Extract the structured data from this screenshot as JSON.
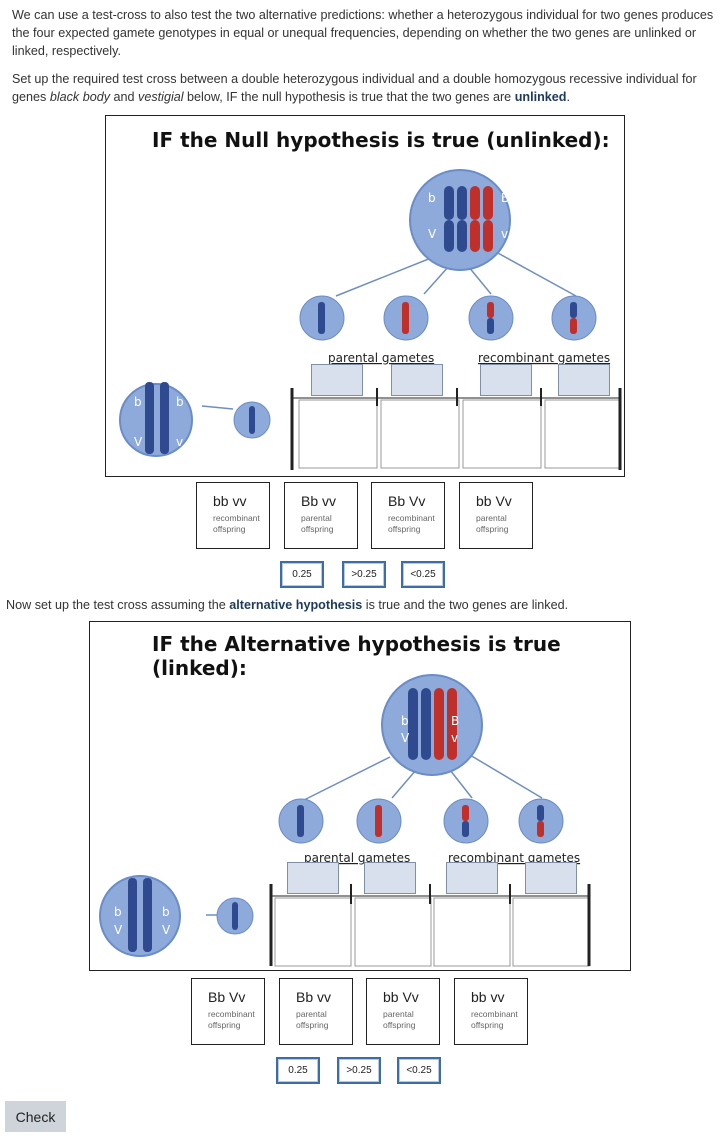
{
  "intro": {
    "p1": "We can use a test-cross to also test the two alternative predictions: whether a heterozygous individual for two genes produces the four expected gamete genotypes in equal or unequal frequencies, depending on whether the two genes are unlinked or linked, respectively.",
    "p2_a": "Set up the required test cross between a double heterozygous individual and a double homozygous recessive individual for genes ",
    "p2_gene1": "black body",
    "p2_and": " and ",
    "p2_gene2": "vestigial",
    "p2_b": " below, IF the null hypothesis is true that the two genes are ",
    "p2_bold": "unlinked",
    "p2_end": "."
  },
  "figure1": {
    "title": "IF the Null hypothesis is true (unlinked):",
    "parental_label": "parental gametes",
    "recombinant_label": "recombinant gametes",
    "parent_alleles": [
      "b",
      "B",
      "V",
      "v"
    ],
    "tester_alleles": [
      "b",
      "b",
      "V",
      "v"
    ]
  },
  "cards1": [
    {
      "genotype": "bb vv",
      "type": "recombinant offspring"
    },
    {
      "genotype": "Bb vv",
      "type": "parental offspring"
    },
    {
      "genotype": "Bb Vv",
      "type": "recombinant offspring"
    },
    {
      "genotype": "bb Vv",
      "type": "parental offspring"
    }
  ],
  "chips1": [
    "0.25",
    ">0.25",
    "<0.25"
  ],
  "mid": {
    "a": "Now set up the test cross assuming the ",
    "bold": "alternative hypothesis",
    "b": " is true and the two genes are linked."
  },
  "figure2": {
    "title": "IF the Alternative hypothesis is true (linked):",
    "parental_label": "parental gametes",
    "recombinant_label": "recombinant gametes",
    "parent_alleles": [
      "b",
      "B",
      "V",
      "v"
    ],
    "tester_alleles": [
      "b",
      "b",
      "V",
      "V"
    ]
  },
  "cards2": [
    {
      "genotype": "Bb Vv",
      "type": "recombinant offspring"
    },
    {
      "genotype": "Bb vv",
      "type": "parental offspring"
    },
    {
      "genotype": "bb Vv",
      "type": "parental offspring"
    },
    {
      "genotype": "bb vv",
      "type": "recombinant offspring"
    }
  ],
  "chips2": [
    "0.25",
    ">0.25",
    "<0.25"
  ],
  "check_label": "Check",
  "colors": {
    "cell": "#8eaadb",
    "cell_edge": "#6a8cc8",
    "chrom_blue": "#2f4a8f",
    "chrom_red": "#c0302a",
    "drop": "#d7e0ec",
    "chip_border": "#3c6da8"
  }
}
